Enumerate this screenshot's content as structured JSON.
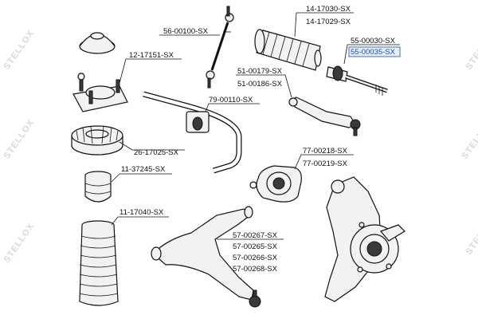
{
  "watermark": {
    "text": "STELLOX"
  },
  "labels": {
    "top_mount": "12-17151-SX",
    "stab_link": "56-00100-SX",
    "boot_a": "14-17030-SX",
    "boot_b": "14-17029-SX",
    "tie_rod_a": "55-00030-SX",
    "tie_rod_b": "55-00035-SX",
    "arm_a": "51-00179-SX",
    "arm_b": "51-00186-SX",
    "stab_bush": "79-00110-SX",
    "spring_pad": "26-17025-SX",
    "bump_stop": "11-37245-SX",
    "bushing_a": "77-00218-SX",
    "bushing_b": "77-00219-SX",
    "dust_boot": "11-17040-SX",
    "lower_arm_a": "57-00267-SX",
    "lower_arm_b": "57-00265-SX",
    "lower_arm_c": "57-00266-SX",
    "lower_arm_d": "57-00268-SX"
  },
  "colors": {
    "highlight": "#1a4fb5",
    "watermark": "#d9d9d9"
  }
}
